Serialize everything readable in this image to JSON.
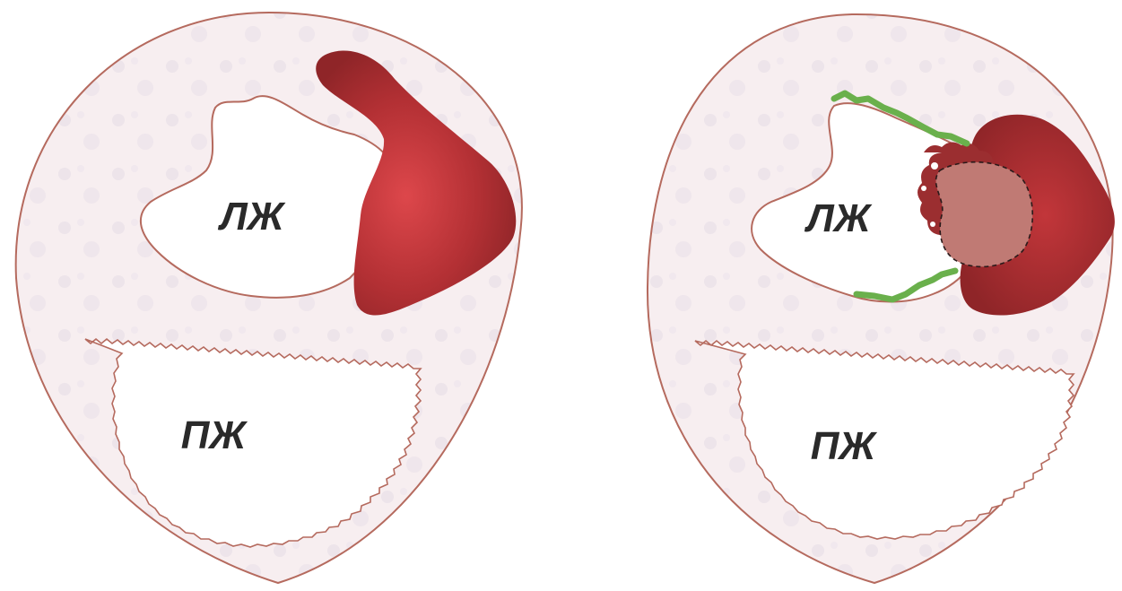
{
  "panels": [
    {
      "lv_label": "ЛЖ",
      "rv_label": "ПЖ"
    },
    {
      "lv_label": "ЛЖ",
      "rv_label": "ПЖ"
    }
  ],
  "colors": {
    "outline": "#b56a5e",
    "tissue": "#f7eef0",
    "infarct_dark": "#8f2528",
    "infarct_light": "#d8454a",
    "patch": "#c07a74",
    "scar": "#6ab04c",
    "label": "#2a2a2a"
  }
}
